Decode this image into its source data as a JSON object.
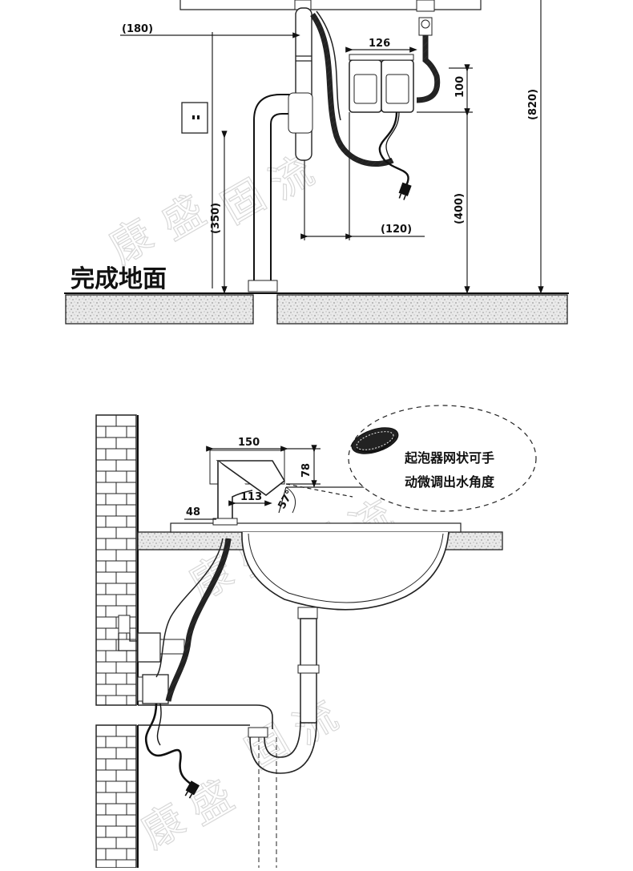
{
  "top_diagram": {
    "dimensions": {
      "d180": "(180)",
      "d126": "126",
      "d100": "100",
      "d820": "(820)",
      "d350": "(350)",
      "d400": "(400)",
      "d120": "(120)"
    },
    "floor_label": "完成地面"
  },
  "bottom_diagram": {
    "dimensions": {
      "d150": "150",
      "d78": "78",
      "d48": "48",
      "d113": "113",
      "angle": "57°"
    },
    "callout": {
      "line1": "起泡器网状可手",
      "line2": "动微调出水角度"
    }
  },
  "watermark": {
    "chars": [
      "康",
      "盛",
      "固",
      "流"
    ]
  }
}
